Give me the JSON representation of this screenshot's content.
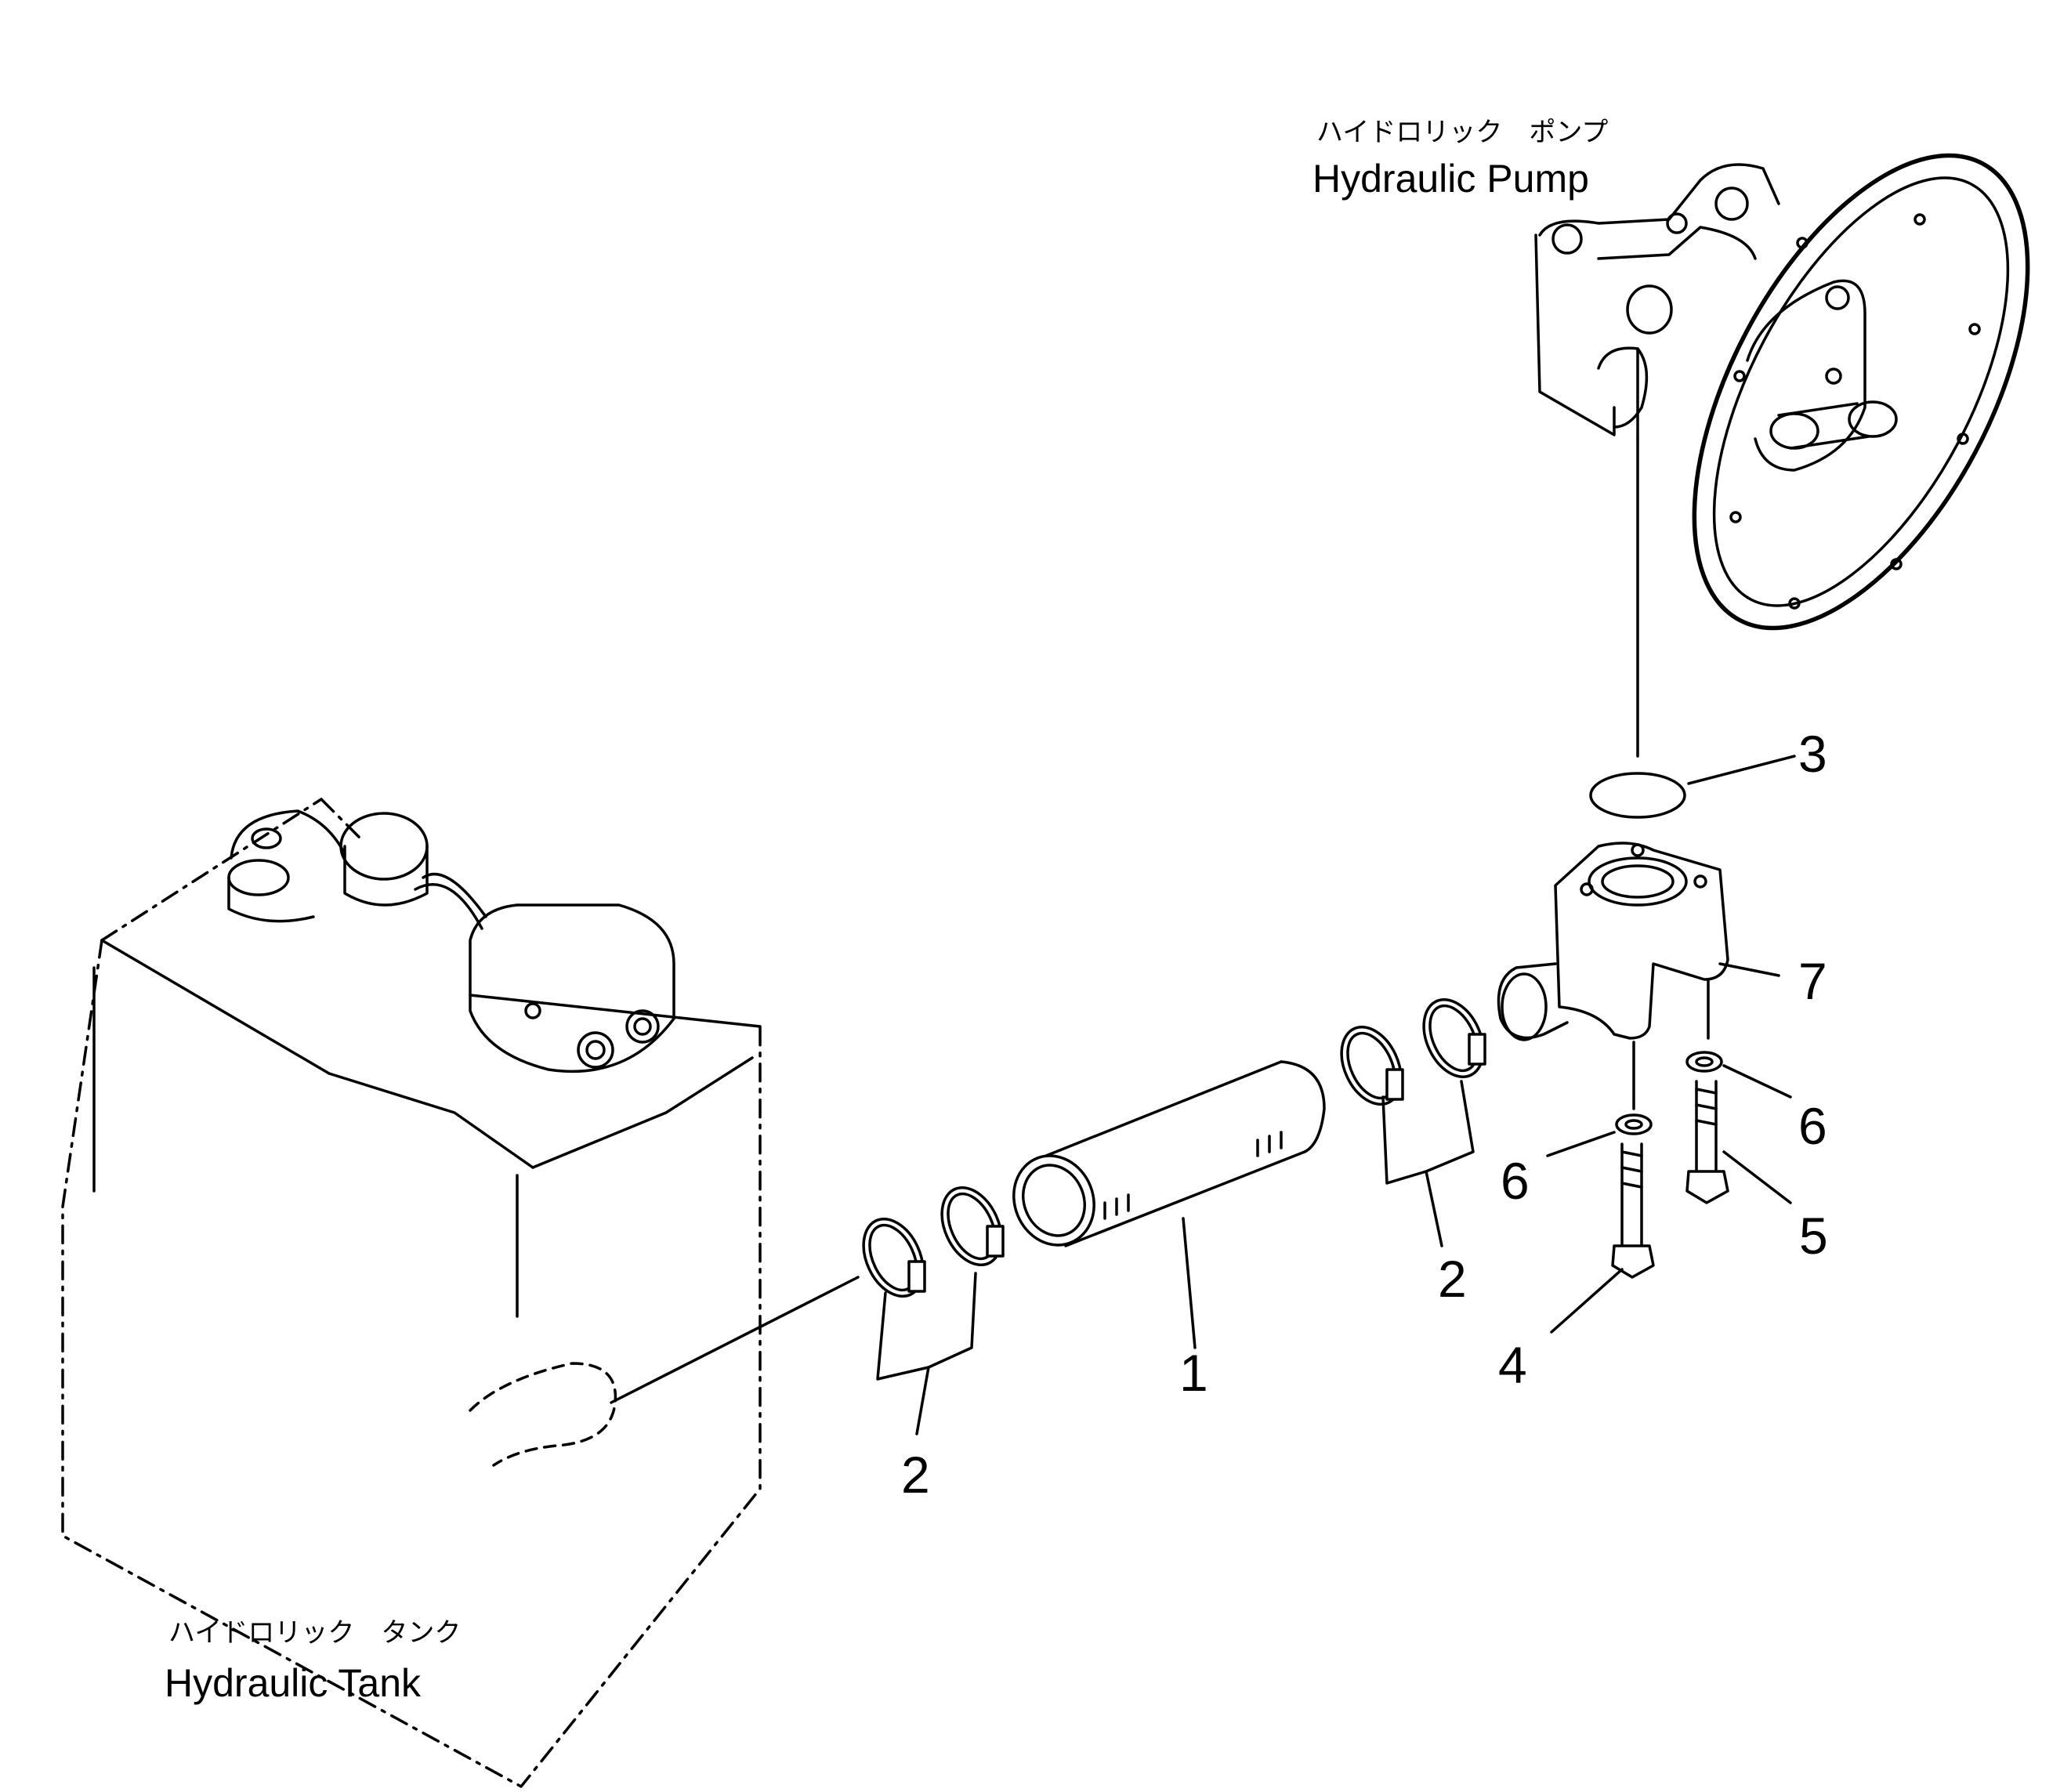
{
  "labels": {
    "pump_jp": "ハイドロリック　ポンプ",
    "pump_en": "Hydraulic Pump",
    "tank_jp": "ハイドロリック　タンク",
    "tank_en": "Hydraulic Tank"
  },
  "callouts": {
    "c1": "1",
    "c2a": "2",
    "c2b": "2",
    "c3": "3",
    "c4": "4",
    "c5": "5",
    "c6a": "6",
    "c6b": "6",
    "c7": "7"
  }
}
